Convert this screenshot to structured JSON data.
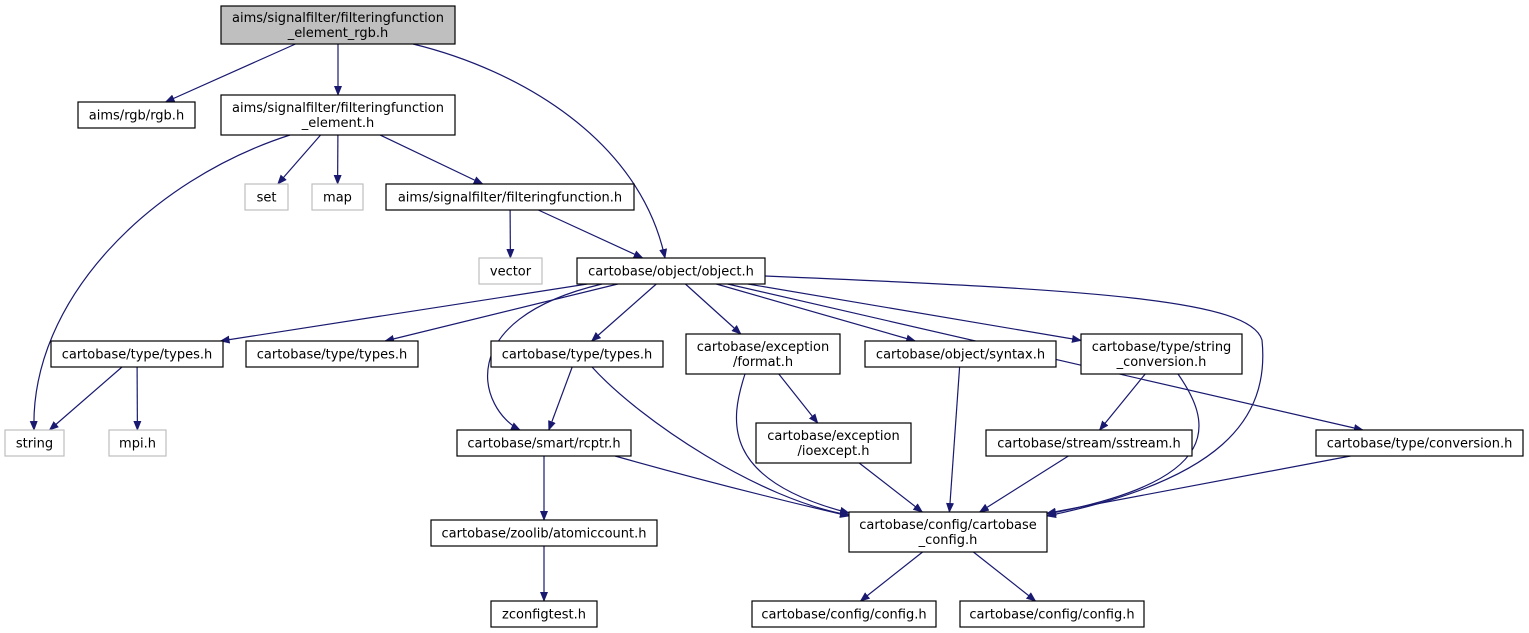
{
  "nodes": [
    {
      "id": "root",
      "lines": [
        "aims/signalfilter/filteringfunction",
        "_element_rgb.h"
      ],
      "kind": "root"
    },
    {
      "id": "rgb",
      "lines": [
        "aims/rgb/rgb.h"
      ],
      "kind": "file"
    },
    {
      "id": "ffe",
      "lines": [
        "aims/signalfilter/filteringfunction",
        "_element.h"
      ],
      "kind": "file"
    },
    {
      "id": "set",
      "lines": [
        "set"
      ],
      "kind": "external"
    },
    {
      "id": "map",
      "lines": [
        "map"
      ],
      "kind": "external"
    },
    {
      "id": "ff",
      "lines": [
        "aims/signalfilter/filteringfunction.h"
      ],
      "kind": "file"
    },
    {
      "id": "vector",
      "lines": [
        "vector"
      ],
      "kind": "external"
    },
    {
      "id": "object",
      "lines": [
        "cartobase/object/object.h"
      ],
      "kind": "file"
    },
    {
      "id": "types1",
      "lines": [
        "cartobase/type/types.h"
      ],
      "kind": "file"
    },
    {
      "id": "types2",
      "lines": [
        "cartobase/type/types.h"
      ],
      "kind": "file"
    },
    {
      "id": "types3",
      "lines": [
        "cartobase/type/types.h"
      ],
      "kind": "file"
    },
    {
      "id": "format",
      "lines": [
        "cartobase/exception",
        "/format.h"
      ],
      "kind": "file"
    },
    {
      "id": "syntax",
      "lines": [
        "cartobase/object/syntax.h"
      ],
      "kind": "file"
    },
    {
      "id": "strconv",
      "lines": [
        "cartobase/type/string",
        "_conversion.h"
      ],
      "kind": "file"
    },
    {
      "id": "string",
      "lines": [
        "string"
      ],
      "kind": "external"
    },
    {
      "id": "mpi",
      "lines": [
        "mpi.h"
      ],
      "kind": "external"
    },
    {
      "id": "rcptr",
      "lines": [
        "cartobase/smart/rcptr.h"
      ],
      "kind": "file"
    },
    {
      "id": "ioexcept",
      "lines": [
        "cartobase/exception",
        "/ioexcept.h"
      ],
      "kind": "file"
    },
    {
      "id": "sstream",
      "lines": [
        "cartobase/stream/sstream.h"
      ],
      "kind": "file"
    },
    {
      "id": "conversion",
      "lines": [
        "cartobase/type/conversion.h"
      ],
      "kind": "file"
    },
    {
      "id": "cbconfig",
      "lines": [
        "cartobase/config/cartobase",
        "_config.h"
      ],
      "kind": "file"
    },
    {
      "id": "atomic",
      "lines": [
        "cartobase/zoolib/atomiccount.h"
      ],
      "kind": "file"
    },
    {
      "id": "zconfig",
      "lines": [
        "zconfigtest.h"
      ],
      "kind": "file"
    },
    {
      "id": "config1",
      "lines": [
        "cartobase/config/config.h"
      ],
      "kind": "file"
    },
    {
      "id": "config2",
      "lines": [
        "cartobase/config/config.h"
      ],
      "kind": "file"
    }
  ],
  "edges": [
    [
      "root",
      "rgb"
    ],
    [
      "root",
      "ffe"
    ],
    [
      "root",
      "object"
    ],
    [
      "ffe",
      "string"
    ],
    [
      "ffe",
      "set"
    ],
    [
      "ffe",
      "map"
    ],
    [
      "ffe",
      "ff"
    ],
    [
      "ff",
      "vector"
    ],
    [
      "ff",
      "object"
    ],
    [
      "object",
      "types1"
    ],
    [
      "object",
      "types2"
    ],
    [
      "object",
      "rcptr"
    ],
    [
      "object",
      "types3"
    ],
    [
      "object",
      "format"
    ],
    [
      "object",
      "syntax"
    ],
    [
      "object",
      "strconv"
    ],
    [
      "object",
      "cbconfig"
    ],
    [
      "object",
      "conversion"
    ],
    [
      "types1",
      "string"
    ],
    [
      "types1",
      "mpi"
    ],
    [
      "types3",
      "rcptr"
    ],
    [
      "types3",
      "cbconfig"
    ],
    [
      "format",
      "cbconfig"
    ],
    [
      "format",
      "ioexcept"
    ],
    [
      "syntax",
      "cbconfig"
    ],
    [
      "strconv",
      "sstream"
    ],
    [
      "strconv",
      "cbconfig"
    ],
    [
      "rcptr",
      "atomic"
    ],
    [
      "rcptr",
      "cbconfig"
    ],
    [
      "ioexcept",
      "cbconfig"
    ],
    [
      "sstream",
      "cbconfig"
    ],
    [
      "conversion",
      "cbconfig"
    ],
    [
      "atomic",
      "zconfig"
    ],
    [
      "cbconfig",
      "config1"
    ],
    [
      "cbconfig",
      "config2"
    ]
  ],
  "colors": {
    "edge": "#191970",
    "root_fill": "#bfbfbf",
    "external_border": "#bfbfbf"
  }
}
